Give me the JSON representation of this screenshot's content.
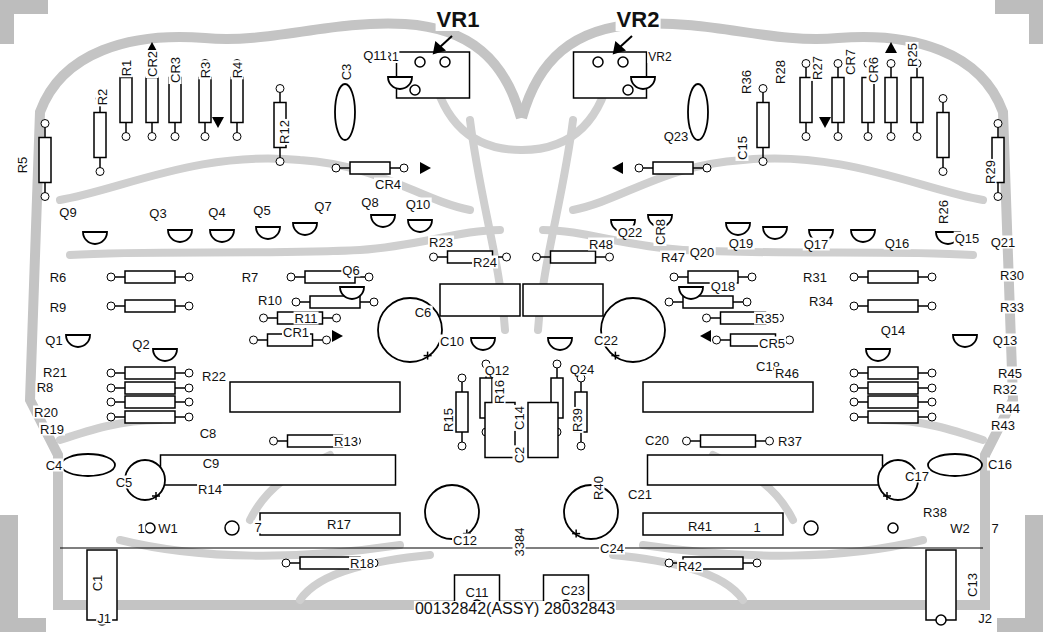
{
  "diagram": {
    "labels": [
      "VR1",
      "VR2",
      "VR1",
      "VR2",
      "R5",
      "R2",
      "R1",
      "CR2",
      "CR3",
      "R3",
      "R4",
      "R12",
      "C3",
      "Q11",
      "CR4",
      "Q9",
      "Q3",
      "Q4",
      "Q5",
      "Q7",
      "Q8",
      "Q10",
      "R6",
      "R7",
      "Q6",
      "R23",
      "R24",
      "R9",
      "R10",
      "R11",
      "CR1",
      "C6",
      "C10",
      "Q1",
      "Q2",
      "R21",
      "R22",
      "Q12",
      "R8",
      "R20",
      "R19",
      "C8",
      "R13",
      "R16",
      "R15",
      "C4",
      "C9",
      "C5",
      "R14",
      "1",
      "W1",
      "7",
      "R17",
      "C12",
      "C1",
      "R18",
      "C11",
      "J1",
      "C2",
      "C14",
      "3384",
      "00132842(ASSY) 28032843",
      "R36",
      "R28",
      "R27",
      "CR7",
      "CR6",
      "R25",
      "R26",
      "R29",
      "C15",
      "Q23",
      "CR8",
      "Q22",
      "Q20",
      "Q19",
      "Q17",
      "Q16",
      "Q15",
      "Q21",
      "R48",
      "R47",
      "R31",
      "R30",
      "Q18",
      "R34",
      "R33",
      "R35",
      "C22",
      "CR5",
      "Q14",
      "Q13",
      "Q24",
      "C18",
      "R46",
      "R45",
      "R32",
      "R44",
      "R43",
      "R39",
      "C20",
      "R37",
      "C16",
      "C17",
      "R40",
      "C21",
      "R38",
      "R41",
      "1",
      "W2",
      "7",
      "C24",
      "R42",
      "C23",
      "C13",
      "J2"
    ]
  }
}
